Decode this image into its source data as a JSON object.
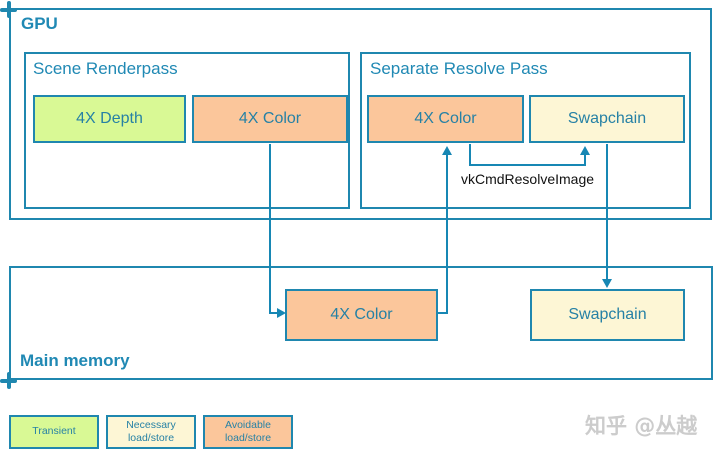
{
  "colors": {
    "border_teal": "#1F87AF",
    "text_teal": "#2089B4",
    "connector_teal": "#1787B4",
    "transient_green": "#D9F995",
    "avoidable_orange": "#FBC69B",
    "necessary_yellow": "#FDF6D5",
    "resolve_label_black": "#111111",
    "watermark_gray": "#CCCCCC"
  },
  "icons": {
    "corner_marker": "plus-cross-marker"
  },
  "gpu": {
    "label": "GPU",
    "scene_renderpass": {
      "title": "Scene Renderpass",
      "boxes": [
        {
          "label": "4X Depth",
          "type": "transient"
        },
        {
          "label": "4X Color",
          "type": "avoidable"
        }
      ]
    },
    "separate_resolve_pass": {
      "title": "Separate Resolve Pass",
      "boxes": [
        {
          "label": "4X Color",
          "type": "avoidable"
        },
        {
          "label": "Swapchain",
          "type": "necessary"
        }
      ],
      "resolve_call_label": "vkCmdResolveImage"
    }
  },
  "main_memory": {
    "label": "Main memory",
    "boxes": [
      {
        "label": "4X Color",
        "type": "avoidable"
      },
      {
        "label": "Swapchain",
        "type": "necessary"
      }
    ]
  },
  "legend": [
    {
      "line1": "Transient",
      "type": "transient"
    },
    {
      "line1": "Necessary",
      "line2": "load/store",
      "type": "necessary"
    },
    {
      "line1": "Avoidable",
      "line2": "load/store",
      "type": "avoidable"
    }
  ],
  "watermark": "知乎 @丛越"
}
